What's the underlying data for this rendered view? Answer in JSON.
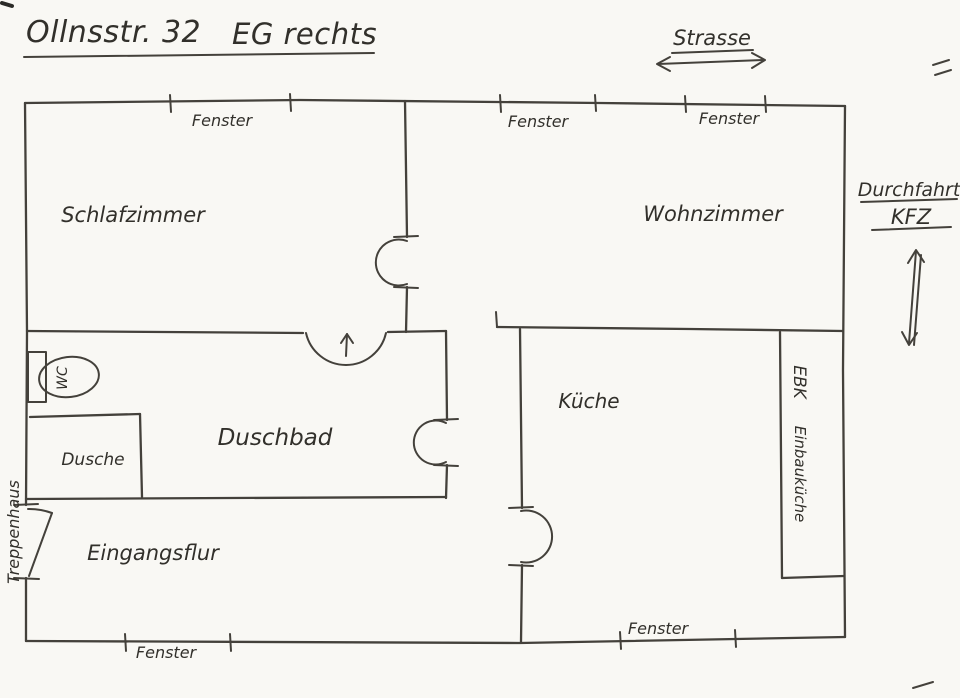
{
  "page": {
    "title_street": "Ollnsstr. 32",
    "title_floor": "EG rechts"
  },
  "annotations": {
    "strasse": "Strasse",
    "durchfahrt": "Durchfahrt",
    "kfz": "KFZ",
    "treppenhaus": "Treppenhaus"
  },
  "rooms": {
    "schlafzimmer": "Schlafzimmer",
    "wohnzimmer": "Wohnzimmer",
    "duschbad": "Duschbad",
    "dusche": "Dusche",
    "wc": "WC",
    "kueche": "Küche",
    "ebk": "EBK",
    "einbaukueche": "Einbauküche",
    "eingangsflur": "Eingangsflur"
  },
  "windows": {
    "top_left": "Fenster",
    "top_middle": "Fenster",
    "top_right": "Fenster",
    "bottom_left": "Fenster",
    "bottom_right": "Fenster"
  }
}
